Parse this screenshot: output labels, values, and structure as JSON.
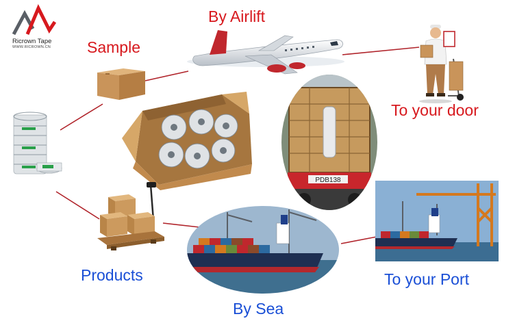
{
  "brand": {
    "name": "Ricrown Tape",
    "website": "WWW.RICROWN.CN"
  },
  "labels": {
    "sample": "Sample",
    "by_airlift": "By Airlift",
    "to_your_door": "To your door",
    "products": "Products",
    "by_sea": "By Sea",
    "to_your_port": "To your Port"
  },
  "container_number": "PDB138",
  "colors": {
    "red_label": "#d7191e",
    "blue_label": "#1a4fd6",
    "connector": "#b0232a",
    "cardboard": "#c9945a"
  },
  "icons": [
    "logo-mark-icon",
    "airplane-icon",
    "delivery-man-icon",
    "cardboard-box-icon",
    "tape-rolls-icon",
    "container-truck-icon",
    "pallet-jack-icon",
    "cargo-ship-icon",
    "port-crane-icon"
  ]
}
